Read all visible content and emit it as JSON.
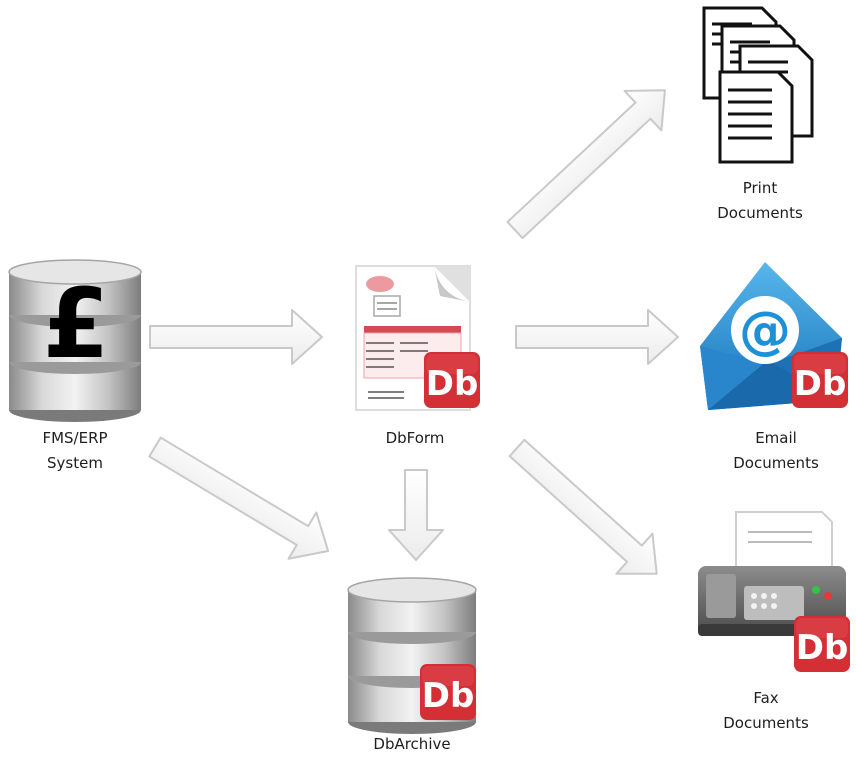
{
  "nodes": {
    "fms": {
      "line1": "FMS/ERP",
      "line2": "System"
    },
    "dbform": {
      "label": "DbForm"
    },
    "dbarchive": {
      "label": "DbArchive"
    },
    "print": {
      "line1": "Print",
      "line2": "Documents"
    },
    "email": {
      "line1": "Email",
      "line2": "Documents"
    },
    "fax": {
      "line1": "Fax",
      "line2": "Documents"
    }
  },
  "badge": {
    "text": "Db"
  },
  "currency_symbol": "£",
  "colors": {
    "badge_red": "#d32f35",
    "arrow_stroke": "#c9c9c9",
    "database_grey": "#8e8e8e",
    "email_blue": "#1e90d6",
    "pound_black": "#000000"
  },
  "icons": [
    "pound-database-icon",
    "form-document-icon",
    "archive-database-icon",
    "print-documents-icon",
    "email-envelope-icon",
    "fax-machine-icon",
    "db-badge-icon"
  ]
}
